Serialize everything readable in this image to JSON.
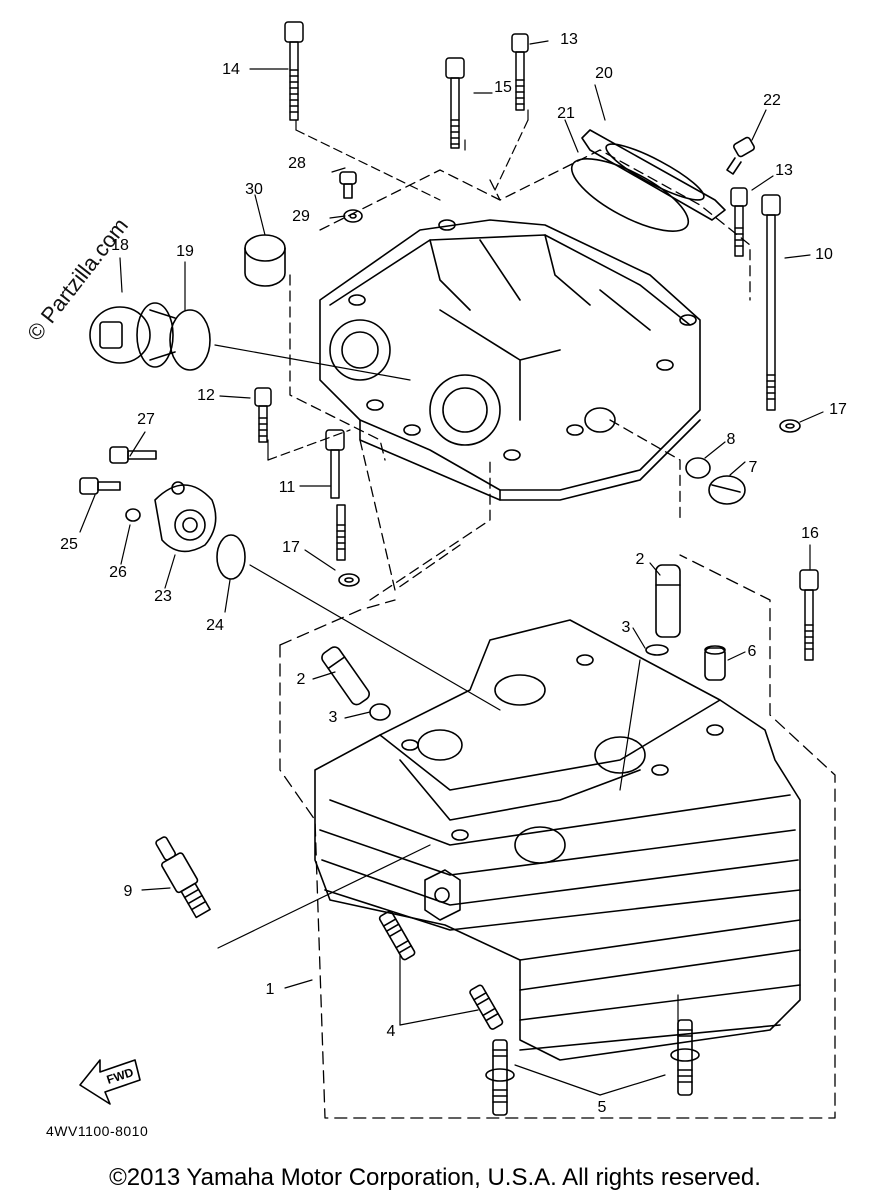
{
  "callouts": [
    "1",
    "2",
    "2",
    "3",
    "3",
    "4",
    "5",
    "6",
    "7",
    "8",
    "9",
    "10",
    "11",
    "12",
    "13",
    "13",
    "14",
    "15",
    "16",
    "17",
    "17",
    "18",
    "19",
    "20",
    "21",
    "22",
    "23",
    "24",
    "25",
    "26",
    "27",
    "28",
    "29",
    "30"
  ],
  "part_code": "4WV1100-8010",
  "copyright": "©2013 Yamaha Motor Corporation, U.S.A. All rights reserved.",
  "watermark": "© Partzilla.com",
  "fwd_label": "FWD"
}
